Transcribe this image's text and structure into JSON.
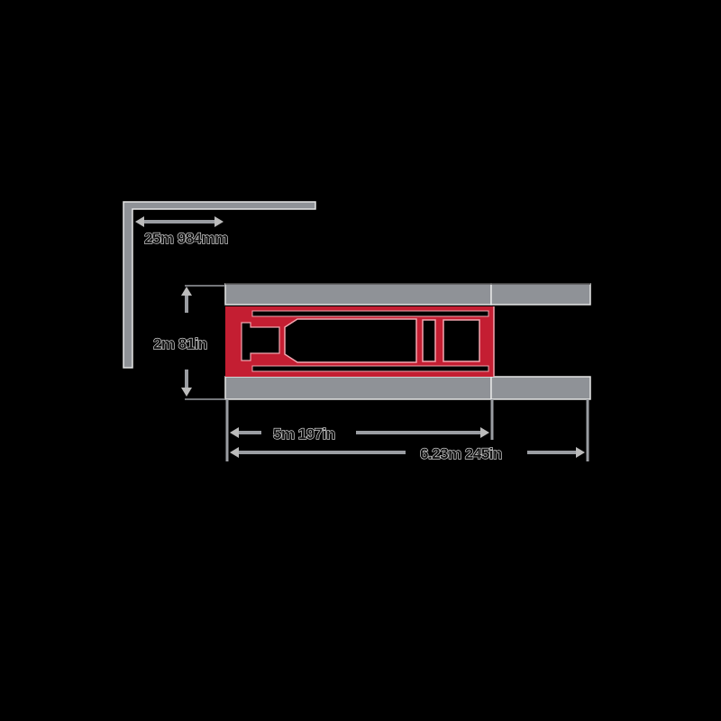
{
  "diagram": {
    "type": "dimensioned-frame-drawing",
    "colors": {
      "background": "#000000",
      "wall": "#8f9297",
      "wall_edge": "#e6e6e6",
      "frame": "#c41e32",
      "frame_highlight": "#f2a6b0",
      "dimension_line": "#9a9da2"
    },
    "labels": {
      "wall_thickness": "25 mm / 984 in",
      "height": "2 m / 81 in",
      "frame_width": "5 m / 197 in",
      "overall_width": "6.23 m / 245 in"
    },
    "display_labels": {
      "wall_thickness": "25m 984mm",
      "height": "2m 81in",
      "frame_width": "5m 197in",
      "overall_width": "6.23m 245in"
    }
  }
}
